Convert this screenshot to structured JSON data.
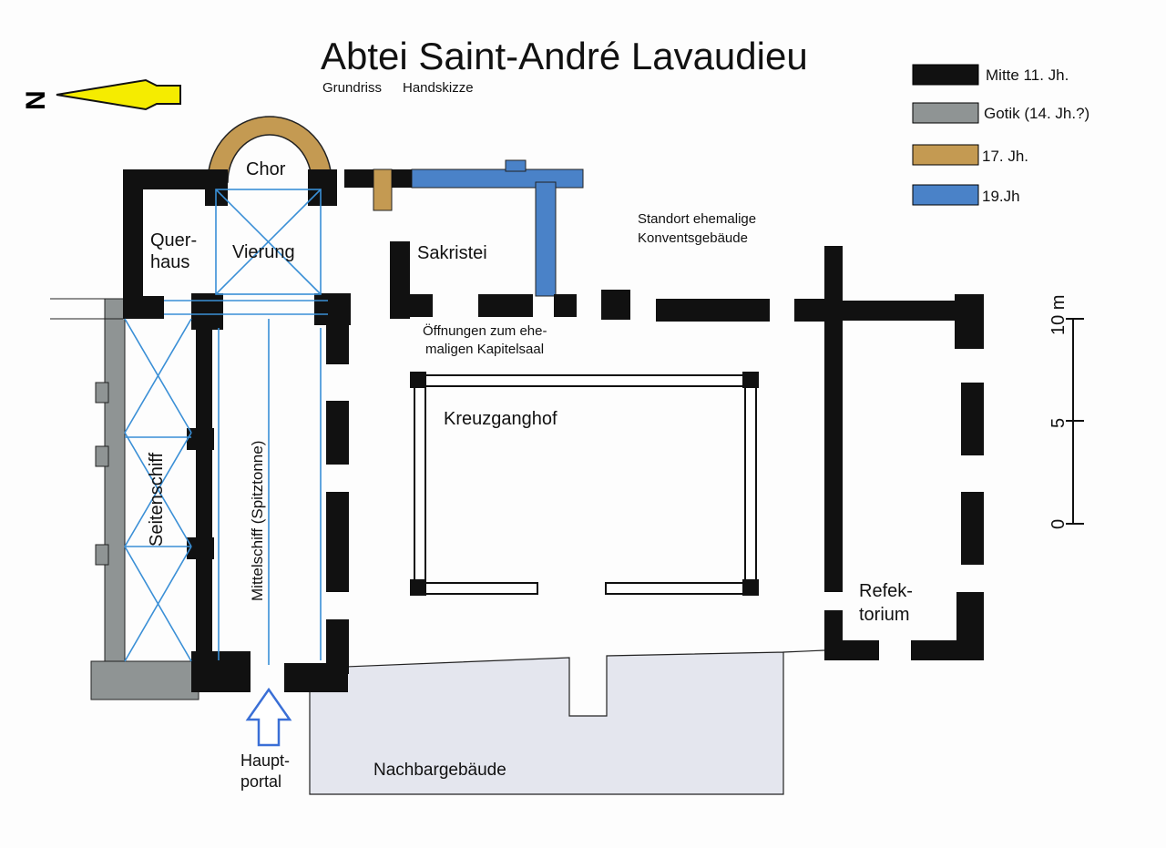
{
  "title": "Abtei Saint-André Lavaudieu",
  "subtitle": [
    "Grundriss",
    "Handskizze"
  ],
  "north_label": "N",
  "legend": [
    {
      "label": "Mitte 11. Jh.",
      "color": "#111111"
    },
    {
      "label": "Gotik (14. Jh.?)",
      "color": "#8f9494"
    },
    {
      "label": "17. Jh.",
      "color": "#c49a52"
    },
    {
      "label": "19.Jh",
      "color": "#4a82c8"
    }
  ],
  "rooms": {
    "chor": "Chor",
    "querhaus_1": "Quer-",
    "querhaus_2": "haus",
    "vierung": "Vierung",
    "sakristei": "Sakristei",
    "konvent_1": "Standort ehemalige",
    "konvent_2": "Konventsgebäude",
    "kapitelsaal_1": "Öffnungen zum ehe-",
    "kapitelsaal_2": "maligen Kapitelsaal",
    "kreuzganghof": "Kreuzganghof",
    "seitenschiff": "Seitenschiff",
    "mittelschiff": "Mittelschiff (Spitztonne)",
    "refektorium_1": "Refek-",
    "refektorium_2": "torium",
    "hauptportal_1": "Haupt-",
    "hauptportal_2": "portal",
    "nachbargebaeude": "Nachbargebäude"
  },
  "scale": {
    "top": "10 m",
    "mid": "5",
    "bottom": "0"
  }
}
